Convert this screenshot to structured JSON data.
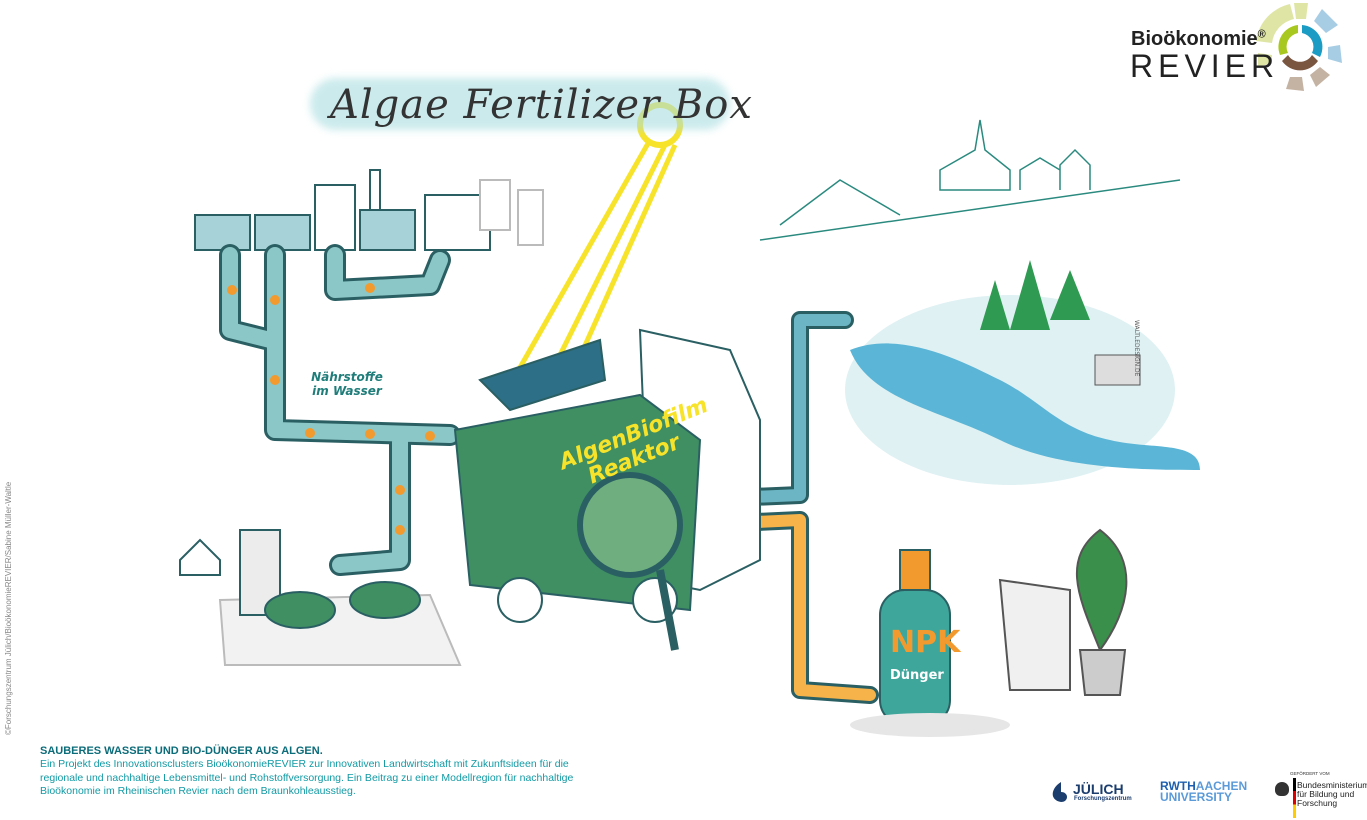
{
  "header": {
    "title_art": "Algae Fertilizer Box",
    "logo": {
      "line1": "Bioökonomie",
      "registered": "®",
      "line2": "REVIER"
    }
  },
  "illustration": {
    "labels": {
      "nutrients": "Nährstoffe im Wasser",
      "reactor": "AlgenBiofilm Reaktor",
      "npk": "NPK",
      "duenger": "Dünger",
      "signature": "WALTLEDESIGN.DE"
    },
    "nutrient_letters": [
      "N",
      "P",
      "K"
    ],
    "colors": {
      "pipe": "#4a9fa8",
      "nutrient": "#f29a2e",
      "sun": "#f7e32a",
      "truck": "#3f8f63",
      "water": "#5bb5d6"
    }
  },
  "footer": {
    "heading": "SAUBERES WASSER UND BIO-DÜNGER AUS ALGEN.",
    "text": "Ein Projekt des Innovationsclusters BioökonomieREVIER zur Innovativen Landwirtschaft mit Zukunftsideen für die regionale und nachhaltige Lebensmittel- und Rohstoffversorgung. Ein Beitrag zu einer Modellregion für nachhaltige Bioökonomie im Rheinischen Revier nach dem Braunkohleausstieg.",
    "credit": "©Forschungszentrum Jülich/BioökonomieREVIER/Sabine Müller-Waltle",
    "partners": {
      "juelich": "JÜLICH",
      "juelich_sub": "Forschungszentrum",
      "rwth_a": "RWTH",
      "rwth_b": "AACHEN",
      "rwth_c": "UNIVERSITY",
      "bmbf_top": "GEFÖRDERT VOM",
      "bmbf": "Bundesministerium für Bildung und Forschung"
    }
  }
}
